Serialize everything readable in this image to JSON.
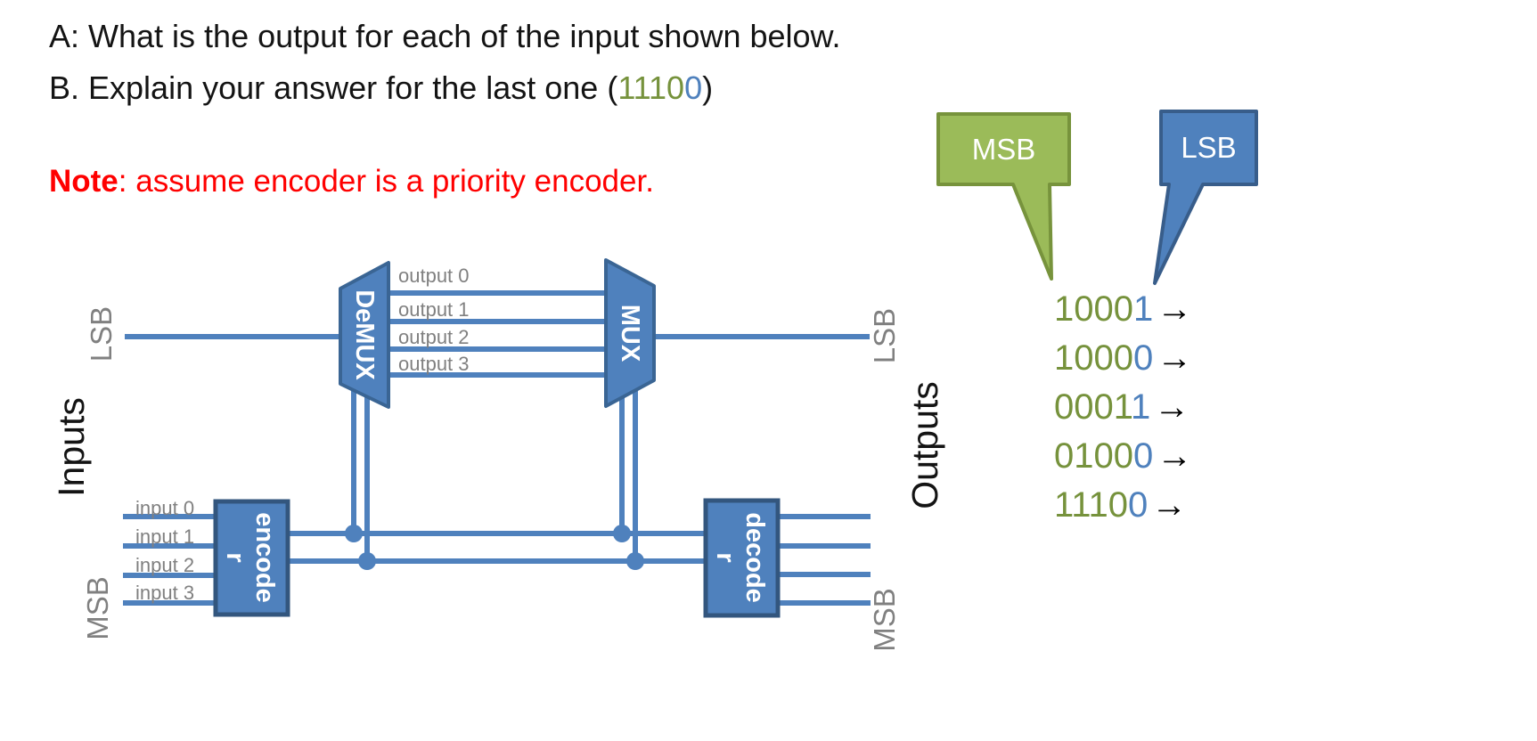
{
  "title_a": "A: What is the output for each of the input shown below.",
  "title_b": {
    "prefix": "B. Explain your answer for the last one (",
    "green": "1110",
    "blue": "0",
    "suffix": ")"
  },
  "note": {
    "label": "Note",
    "text": ": assume encoder is a priority encoder."
  },
  "callouts": {
    "msb": "MSB",
    "lsb": "LSB"
  },
  "diagram": {
    "blocks": {
      "demux": "DeMUX",
      "mux": "MUX",
      "encoder_line1": "encode",
      "encoder_line2": "r",
      "decoder_line1": "decode",
      "decoder_line2": "r"
    },
    "wire_labels": {
      "outputs": [
        "output 0",
        "output 1",
        "output 2",
        "output 3"
      ],
      "inputs": [
        "input 0",
        "input 1",
        "input 2",
        "input 3"
      ]
    },
    "side_labels": {
      "inputs": "Inputs",
      "outputs": "Outputs",
      "lsb_left": "LSB",
      "msb_left": "MSB",
      "lsb_right": "LSB",
      "msb_right": "MSB"
    }
  },
  "binary_rows": [
    {
      "green": "1000",
      "blue": "1",
      "arrow": "→"
    },
    {
      "green": "1000",
      "blue": "0",
      "arrow": "→"
    },
    {
      "green": "0001",
      "blue": "1",
      "arrow": "→"
    },
    {
      "green": "0100",
      "blue": "0",
      "arrow": "→"
    },
    {
      "green": "1110",
      "blue": "0",
      "arrow": "→"
    }
  ],
  "colors": {
    "wire_blue": "#4F81BD",
    "shape_border_blue": "#3A6594",
    "callout_green_fill": "#9BBB59",
    "callout_green_border": "#77933C",
    "callout_blue_fill": "#4F81BD",
    "callout_blue_border": "#385D8A",
    "digit_green": "#76923C",
    "digit_blue": "#4F81BD",
    "note_red": "#FF0000",
    "label_gray": "#808080"
  }
}
